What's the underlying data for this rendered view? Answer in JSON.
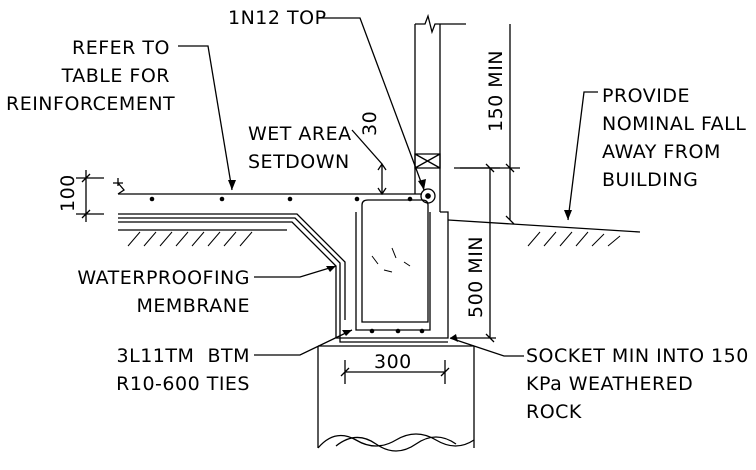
{
  "labels": {
    "top_bar": "1N12 TOP",
    "refer": [
      "REFER TO",
      "TABLE FOR",
      "REINFORCEMENT"
    ],
    "wet_area": [
      "WET AREA",
      "SETDOWN"
    ],
    "dim_30": "30",
    "dim_100": "100",
    "dim_150": "150 MIN",
    "dim_500": "500 MIN",
    "dim_300": "300",
    "fall": [
      "PROVIDE",
      "NOMINAL FALL",
      "AWAY FROM",
      "BUILDING"
    ],
    "membrane": [
      "WATERPROOFING",
      "MEMBRANE"
    ],
    "bottom_bars": [
      "3L11TM  BTM",
      "R10-600 TIES"
    ],
    "socket": [
      "SOCKET MIN INTO 150",
      "KPa WEATHERED",
      "ROCK"
    ]
  }
}
